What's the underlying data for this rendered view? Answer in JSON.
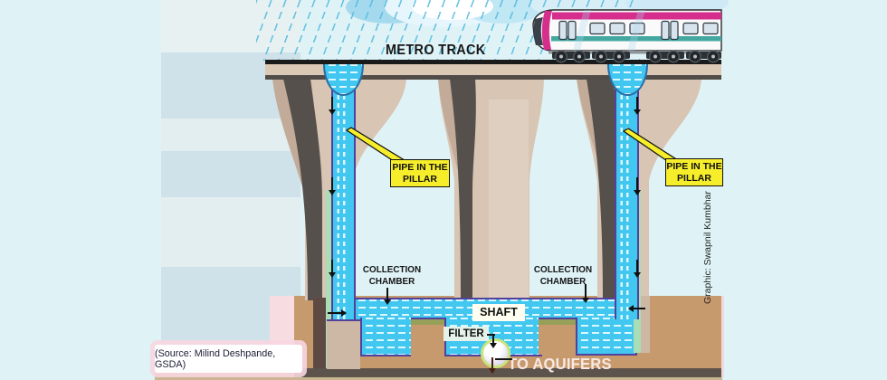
{
  "scene": {
    "metro_track_label": "METRO TRACK",
    "to_aquifers_label": "TO AQUIFERS"
  },
  "callouts": {
    "pipe_left": "PIPE IN THE PILLAR",
    "pipe_right": "PIPE IN THE PILLAR",
    "chamber_left": "COLLECTION CHAMBER",
    "chamber_right": "COLLECTION CHAMBER",
    "shaft": "SHAFT",
    "filter": "FILTER"
  },
  "credits": {
    "source": "(Source: Milind Deshpande, GSDA)",
    "graphic": "Graphic: Swapnil Kumbhar"
  },
  "colors": {
    "water": "#41c7f0",
    "pipe_border": "#53409b",
    "soil": "#c79a6d",
    "pillar": "#d8c5b4",
    "pillar_shadow": "#56504c",
    "callout_yellow": "#f7ee2b",
    "train_magenta": "#d62e8c",
    "train_teal": "#44a8a1",
    "lining_green": "#a9ddb5",
    "dome_border": "#2a6da8"
  }
}
